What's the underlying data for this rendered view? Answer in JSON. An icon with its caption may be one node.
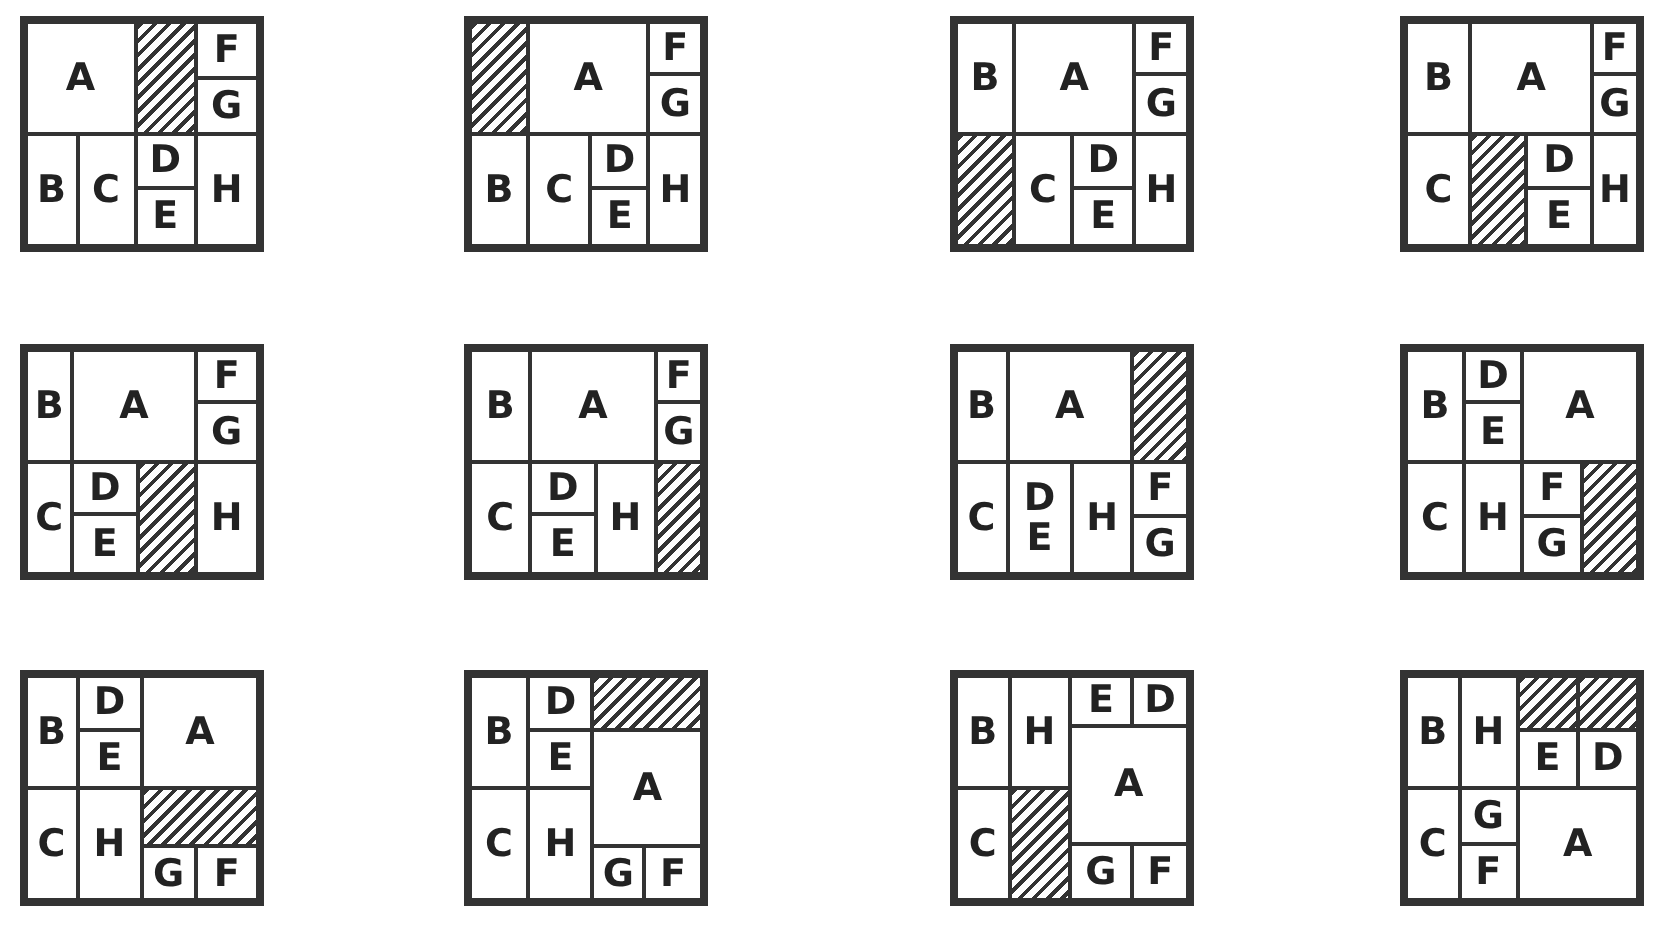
{
  "diagram": {
    "nodes": [
      {
        "text": [],
        "shape": "box"
      },
      {
        "text": [
          "A"
        ],
        "in": 0
      },
      {
        "text": [],
        "shape": "box",
        "in": 0
      },
      {
        "text": [
          "F"
        ],
        "in": 0
      },
      {
        "text": [
          "G"
        ],
        "in": 0
      },
      {
        "text": [
          "B"
        ],
        "in": 0
      },
      {
        "text": [
          "C"
        ],
        "in": 0
      },
      {
        "text": [
          "D"
        ],
        "in": 0
      },
      {
        "text": [
          "E"
        ],
        "in": 0
      },
      {
        "text": [
          "H"
        ],
        "in": 0
      },
      {
        "text": [],
        "shape": "box"
      },
      {
        "text": [],
        "shape": "box",
        "in": 10
      },
      {
        "text": [
          "A"
        ],
        "in": 10
      },
      {
        "text": [
          "F"
        ],
        "in": 10
      },
      {
        "text": [
          "G"
        ],
        "in": 10
      },
      {
        "text": [
          "B"
        ],
        "in": 10
      },
      {
        "text": [
          "C"
        ],
        "in": 10
      },
      {
        "text": [
          "D"
        ],
        "in": 10
      },
      {
        "text": [
          "E"
        ],
        "in": 10
      },
      {
        "text": [
          "H"
        ],
        "in": 10
      },
      {
        "text": [],
        "shape": "box"
      },
      {
        "text": [
          "B"
        ],
        "in": 20
      },
      {
        "text": [
          "A"
        ],
        "in": 20
      },
      {
        "text": [
          "F"
        ],
        "in": 20
      },
      {
        "text": [
          "G"
        ],
        "in": 20
      },
      {
        "text": [],
        "shape": "box",
        "in": 20
      },
      {
        "text": [
          "C"
        ],
        "in": 20
      },
      {
        "text": [
          "D"
        ],
        "in": 20
      },
      {
        "text": [
          "E"
        ],
        "in": 20
      },
      {
        "text": [
          "H"
        ],
        "in": 20
      },
      {
        "text": [],
        "shape": "box"
      },
      {
        "text": [
          "B"
        ],
        "in": 30
      },
      {
        "text": [
          "A"
        ],
        "in": 30
      },
      {
        "text": [
          "F"
        ],
        "in": 30
      },
      {
        "text": [
          "G"
        ],
        "in": 30
      },
      {
        "text": [
          "C"
        ],
        "in": 30
      },
      {
        "text": [],
        "shape": "box",
        "in": 30
      },
      {
        "text": [
          "D"
        ],
        "in": 30
      },
      {
        "text": [
          "E"
        ],
        "in": 30
      },
      {
        "text": [
          "H"
        ],
        "in": 30
      },
      {
        "text": [],
        "shape": "box"
      },
      {
        "text": [
          "B"
        ],
        "in": 40
      },
      {
        "text": [
          "A"
        ],
        "in": 40
      },
      {
        "text": [
          "F"
        ],
        "in": 40
      },
      {
        "text": [
          "G"
        ],
        "in": 40
      },
      {
        "text": [
          "C"
        ],
        "in": 40
      },
      {
        "text": [
          "D"
        ],
        "in": 40
      },
      {
        "text": [
          "E"
        ],
        "in": 40
      },
      {
        "text": [],
        "shape": "box",
        "in": 40
      },
      {
        "text": [
          "H"
        ],
        "in": 40
      },
      {
        "text": [],
        "shape": "box"
      },
      {
        "text": [
          "B"
        ],
        "in": 50
      },
      {
        "text": [
          "A"
        ],
        "in": 50
      },
      {
        "text": [
          "F"
        ],
        "in": 50
      },
      {
        "text": [
          "G"
        ],
        "in": 50
      },
      {
        "text": [
          "C"
        ],
        "in": 50
      },
      {
        "text": [
          "D"
        ],
        "in": 50
      },
      {
        "text": [
          "E"
        ],
        "in": 50
      },
      {
        "text": [
          "H"
        ],
        "in": 50
      },
      {
        "text": [],
        "shape": "box",
        "in": 50
      },
      {
        "text": [],
        "shape": "box"
      },
      {
        "text": [
          "B"
        ],
        "in": 60
      },
      {
        "text": [
          "A"
        ],
        "in": 60
      },
      {
        "text": [],
        "shape": "box",
        "in": 60
      },
      {
        "text": [
          "C"
        ],
        "in": 60
      },
      {
        "text": [
          "D",
          "E"
        ],
        "in": 60
      },
      {
        "text": [
          "H"
        ],
        "in": 60
      },
      {
        "text": [
          "F"
        ],
        "in": 60
      },
      {
        "text": [
          "G"
        ],
        "in": 60
      },
      {
        "text": [],
        "shape": "box"
      },
      {
        "text": [
          "B"
        ],
        "in": 69
      },
      {
        "text": [
          "D"
        ],
        "in": 69
      },
      {
        "text": [
          "E"
        ],
        "in": 69
      },
      {
        "text": [
          "A"
        ],
        "in": 69
      },
      {
        "text": [
          "C"
        ],
        "in": 69
      },
      {
        "text": [
          "H"
        ],
        "in": 69
      },
      {
        "text": [
          "F"
        ],
        "in": 69
      },
      {
        "text": [
          "G"
        ],
        "in": 69
      },
      {
        "text": [],
        "shape": "box",
        "in": 69
      },
      {
        "text": [],
        "shape": "box"
      },
      {
        "text": [
          "B"
        ],
        "in": 79
      },
      {
        "text": [
          "D"
        ],
        "in": 79
      },
      {
        "text": [
          "E"
        ],
        "in": 79
      },
      {
        "text": [
          "A"
        ],
        "in": 79
      },
      {
        "text": [
          "C"
        ],
        "in": 79
      },
      {
        "text": [
          "H"
        ],
        "in": 79
      },
      {
        "text": [],
        "shape": "box",
        "in": 79
      },
      {
        "text": [
          "G"
        ],
        "in": 79
      },
      {
        "text": [
          "F"
        ],
        "in": 79
      },
      {
        "text": [],
        "shape": "box"
      },
      {
        "text": [
          "B"
        ],
        "in": 89
      },
      {
        "text": [
          "D"
        ],
        "in": 89
      },
      {
        "text": [],
        "shape": "box",
        "in": 89
      },
      {
        "text": [
          "E"
        ],
        "in": 89
      },
      {
        "text": [
          "A"
        ],
        "in": 89
      },
      {
        "text": [
          "C"
        ],
        "in": 89
      },
      {
        "text": [
          "H"
        ],
        "in": 89
      },
      {
        "text": [
          "G"
        ],
        "in": 89
      },
      {
        "text": [
          "F"
        ],
        "in": 89
      },
      {
        "text": [],
        "shape": "box"
      },
      {
        "text": [
          "B"
        ],
        "in": 99
      },
      {
        "text": [
          "H"
        ],
        "in": 99
      },
      {
        "text": [
          "E"
        ],
        "in": 99
      },
      {
        "text": [
          "D"
        ],
        "in": 99
      },
      {
        "text": [
          "A"
        ],
        "in": 99
      },
      {
        "text": [
          "C"
        ],
        "in": 99
      },
      {
        "text": [],
        "shape": "box",
        "in": 99
      },
      {
        "text": [
          "G"
        ],
        "in": 99
      },
      {
        "text": [
          "F"
        ],
        "in": 99
      },
      {
        "text": [],
        "shape": "box"
      },
      {
        "text": [
          "B"
        ],
        "in": 109
      },
      {
        "text": [
          "H"
        ],
        "in": 109
      },
      {
        "text": [],
        "shape": "box",
        "in": 109
      },
      {
        "text": [],
        "shape": "box",
        "in": 109
      },
      {
        "text": [
          "E"
        ],
        "in": 109
      },
      {
        "text": [
          "D"
        ],
        "in": 109
      },
      {
        "text": [
          "C"
        ],
        "in": 109
      },
      {
        "text": [
          "G"
        ],
        "in": 109
      },
      {
        "text": [
          "F"
        ],
        "in": 109
      },
      {
        "text": [
          "A"
        ],
        "in": 109
      }
    ]
  }
}
